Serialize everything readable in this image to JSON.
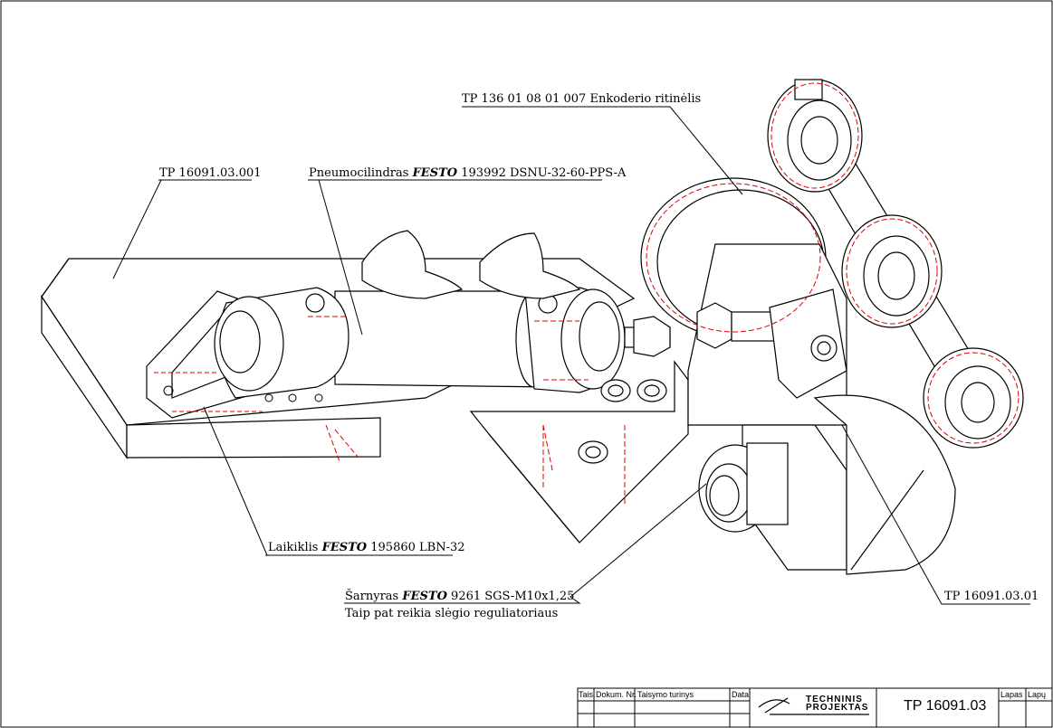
{
  "labels": {
    "encoder_roller": "TP 136 01 08 01 007 Enkoderio ritinėlis",
    "plate_part": "TP 16091.03.001",
    "cylinder_prefix": "Pneumocilindras",
    "cylinder_brand": "FESTO",
    "cylinder_code": "193992 DSNU-32-60-PPS-A",
    "holder_prefix": "Laikiklis",
    "holder_brand": "FESTO",
    "holder_code": "195860 LBN-32",
    "joint_prefix": "Šarnyras",
    "joint_brand": "FESTO",
    "joint_code": "9261 SGS-M10x1,25",
    "joint_note": "Taip pat reikia slėgio reguliatoriaus",
    "assembly_part": "TP 16091.03.01"
  },
  "title_block": {
    "col_tais": "Tais.",
    "col_dokum": "Dokum. Nr.",
    "col_taisymo": "Taisymo turinys",
    "col_data": "Data",
    "company_line1": "TECHNINIS",
    "company_line2": "PROJEKTAS",
    "drawing_number": "TP 16091.03",
    "col_lapas": "Lapas",
    "col_lapu": "Lapų"
  },
  "colors": {
    "outline": "#000000",
    "hidden": "#e00000"
  }
}
